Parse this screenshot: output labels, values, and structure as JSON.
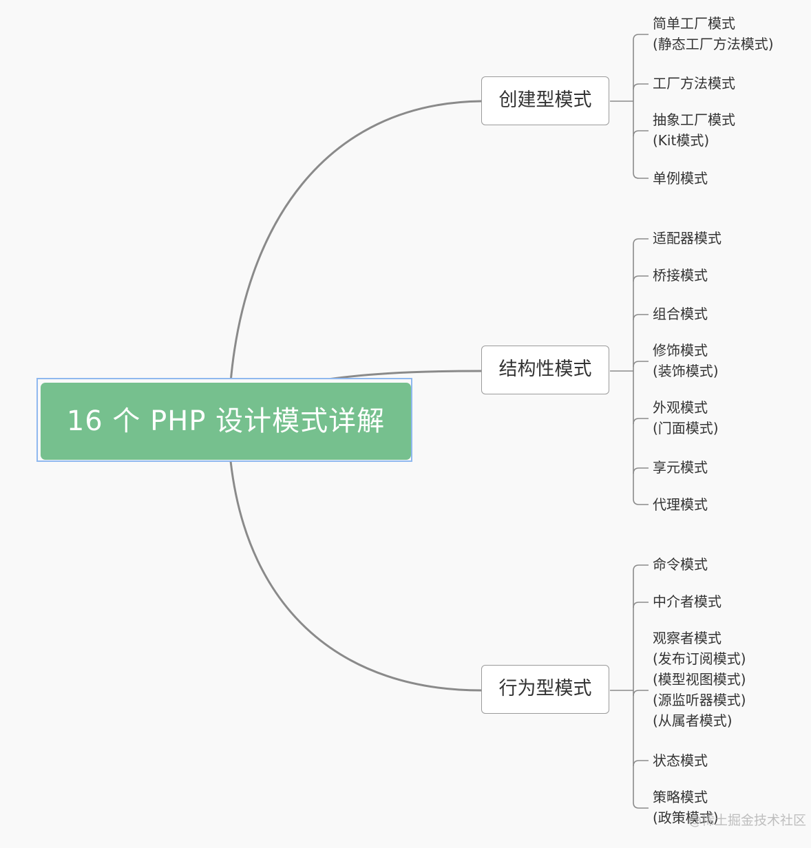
{
  "root": {
    "label": "16 个 PHP 设计模式详解"
  },
  "branches": [
    {
      "label": "创建型模式",
      "leaves": [
        "简单工厂模式\n(静态工厂方法模式)",
        "工厂方法模式",
        "抽象工厂模式\n(Kit模式)",
        "单例模式"
      ]
    },
    {
      "label": "结构性模式",
      "leaves": [
        "适配器模式",
        "桥接模式",
        "组合模式",
        "修饰模式\n(装饰模式)",
        "外观模式\n(门面模式)",
        "享元模式",
        "代理模式"
      ]
    },
    {
      "label": "行为型模式",
      "leaves": [
        "命令模式",
        "中介者模式",
        "观察者模式\n(发布订阅模式)\n(模型视图模式)\n(源监听器模式)\n(从属者模式)",
        "状态模式",
        "策略模式\n(政策模式)"
      ]
    }
  ],
  "watermark": "@稀土掘金技术社区",
  "colors": {
    "root_fill": "#76c08e",
    "root_selection": "#8fb8ef",
    "line": "#8a8a8a",
    "background": "#f9f9f9"
  }
}
